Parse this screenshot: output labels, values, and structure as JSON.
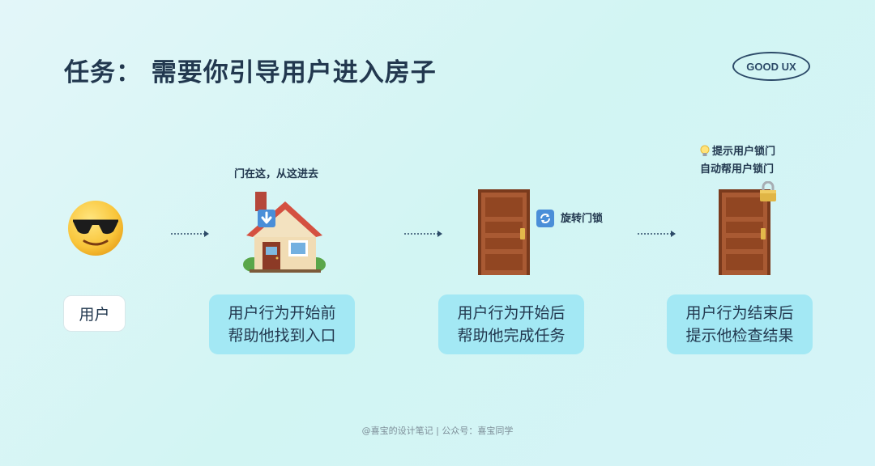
{
  "title": "任务：  需要你引导用户进入房子",
  "badge": "GOOD UX",
  "user_label": "用户",
  "notes": {
    "house": "门在这，从这进去",
    "rotate": "旋转门锁",
    "tip_line1": "提示用户锁门",
    "tip_line2": "自动帮用户锁门"
  },
  "boxes": [
    {
      "line1": "用户行为开始前",
      "line2": "帮助他找到入口"
    },
    {
      "line1": "用户行为开始后",
      "line2": "帮助他完成任务"
    },
    {
      "line1": "用户行为结束后",
      "line2": "提示他检查结果"
    }
  ],
  "footer": "@喜宝的设计笔记 | 公众号：喜宝同学",
  "icons": [
    "sunglasses-face-icon",
    "house-icon",
    "down-arrow-icon",
    "door-icon",
    "rotate-icon",
    "padlock-icon",
    "lightbulb-icon"
  ]
}
